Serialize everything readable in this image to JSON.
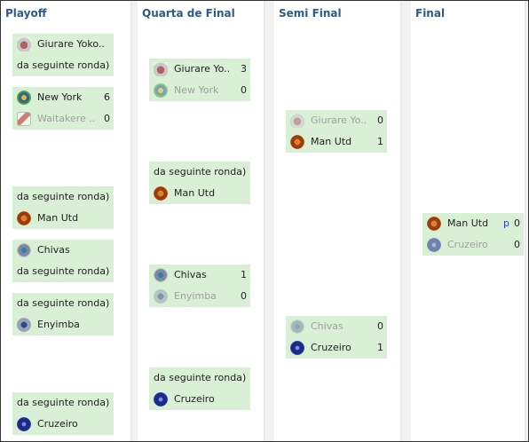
{
  "columns": [
    {
      "title": "Playoff"
    },
    {
      "title": "Quarta de Final"
    },
    {
      "title": "Semi Final"
    },
    {
      "title": "Final"
    }
  ],
  "playoff": [
    {
      "rows": [
        {
          "team": "Giurare Yoko..",
          "icon": "giurare-logo-icon"
        },
        {
          "text": "da seguinte ronda)"
        }
      ]
    },
    {
      "rows": [
        {
          "team": "New York",
          "score": "6",
          "icon": "new-york-logo-icon"
        },
        {
          "team": "Waitakere ..",
          "score": "0",
          "icon": "waitakere-logo-icon",
          "loser": true
        }
      ]
    },
    {
      "rows": [
        {
          "text": "da seguinte ronda)"
        },
        {
          "team": "Man Utd",
          "icon": "man-utd-logo-icon"
        }
      ]
    },
    {
      "rows": [
        {
          "team": "Chivas",
          "icon": "chivas-logo-icon"
        },
        {
          "text": "da seguinte ronda)"
        }
      ]
    },
    {
      "rows": [
        {
          "text": "da seguinte ronda)"
        },
        {
          "team": "Enyimba",
          "icon": "enyimba-logo-icon"
        }
      ]
    },
    {
      "rows": [
        {
          "text": "da seguinte ronda)"
        },
        {
          "team": "Cruzeiro",
          "icon": "cruzeiro-logo-icon"
        }
      ]
    }
  ],
  "quarter": [
    {
      "rows": [
        {
          "team": "Giurare Yo..",
          "score": "3",
          "icon": "giurare-logo-icon"
        },
        {
          "team": "New York",
          "score": "0",
          "icon": "new-york-logo-icon",
          "loser": true
        }
      ]
    },
    {
      "rows": [
        {
          "text": "da seguinte ronda)"
        },
        {
          "team": "Man Utd",
          "icon": "man-utd-logo-icon"
        }
      ]
    },
    {
      "rows": [
        {
          "team": "Chivas",
          "score": "1",
          "icon": "chivas-logo-icon"
        },
        {
          "team": "Enyimba",
          "score": "0",
          "icon": "enyimba-logo-icon",
          "loser": true
        }
      ]
    },
    {
      "rows": [
        {
          "text": "da seguinte ronda)"
        },
        {
          "team": "Cruzeiro",
          "icon": "cruzeiro-logo-icon"
        }
      ]
    }
  ],
  "semi": [
    {
      "rows": [
        {
          "team": "Giurare Yo..",
          "score": "0",
          "icon": "giurare-logo-icon",
          "loser": true
        },
        {
          "team": "Man Utd",
          "score": "1",
          "icon": "man-utd-logo-icon"
        }
      ]
    },
    {
      "rows": [
        {
          "team": "Chivas",
          "score": "0",
          "icon": "chivas-logo-icon",
          "loser": true
        },
        {
          "team": "Cruzeiro",
          "score": "1",
          "icon": "cruzeiro-logo-icon"
        }
      ]
    }
  ],
  "final": [
    {
      "rows": [
        {
          "team": "Man Utd",
          "score": "0",
          "penalty": "p",
          "icon": "man-utd-logo-icon"
        },
        {
          "team": "Cruzeiro",
          "score": "0",
          "icon": "cruzeiro-logo-icon",
          "loser": true
        }
      ]
    }
  ]
}
